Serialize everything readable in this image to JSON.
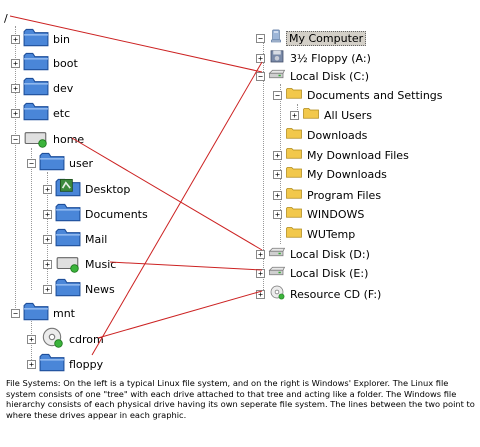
{
  "linux_tree": {
    "root": "/",
    "items": [
      "bin",
      "boot",
      "dev",
      "etc",
      "home",
      "user",
      "Desktop",
      "Documents",
      "Mail",
      "Music",
      "News",
      "mnt",
      "cdrom",
      "floppy"
    ]
  },
  "windows_tree": {
    "root": "My Computer",
    "items": [
      "3½ Floppy (A:)",
      "Local Disk (C:)",
      "Documents and Settings",
      "All Users",
      "Downloads",
      "My Download Files",
      "My Downloads",
      "Program Files",
      "WINDOWS",
      "WUTemp",
      "Local Disk (D:)",
      "Local Disk (E:)",
      "Resource CD (F:)"
    ]
  },
  "caption": "File Systems:  On the left is a typical Linux file system, and on the right is Windows' Explorer.  The Linux file system consists of one \"tree\" with each drive attached to that tree and acting like a folder.  The Windows file hierarchy consists of each physical drive having its own seperate file system.  The lines between the two point to where these drives appear in each graphic.",
  "colors": {
    "connector_line": "#cc2222",
    "folder_fill": "#4a86d8",
    "win_folder_fill": "#f2c84b",
    "selection_bg": "#d4d0c8"
  }
}
